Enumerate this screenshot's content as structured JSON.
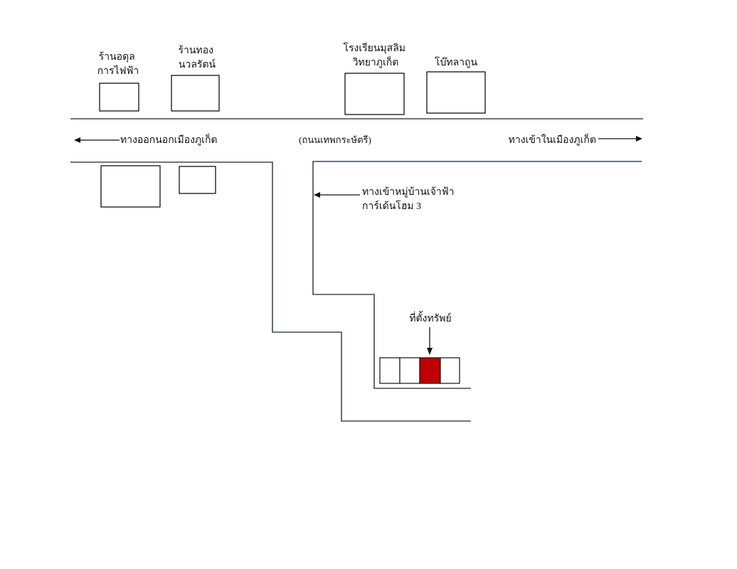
{
  "labels": {
    "shop_electric": [
      "ร้านอดุล",
      "การไฟฟ้า"
    ],
    "gold_shop": [
      "ร้านทอง",
      "นวลรัตน์"
    ],
    "school": [
      "โรงเรียนมุสลิม",
      "วิทยาภูเก็ต"
    ],
    "shrine": "โบ๊ทลาถูน",
    "exit_phuket": "ทางออกนอกเมืองภูเก็ต",
    "road_name": "(ถนนเทพกระษัตรี)",
    "enter_phuket": "ทางเข้าในเมืองภูเก็ต",
    "village_entrance": [
      "ทางเข้าหมู่บ้านเจ้าฟ้า",
      "การ์เด้นโฮม 3"
    ],
    "property": "ที่ตั้งทรัพย์"
  },
  "colors": {
    "road": "#3a4a5c",
    "property_highlight": "#c00000"
  }
}
